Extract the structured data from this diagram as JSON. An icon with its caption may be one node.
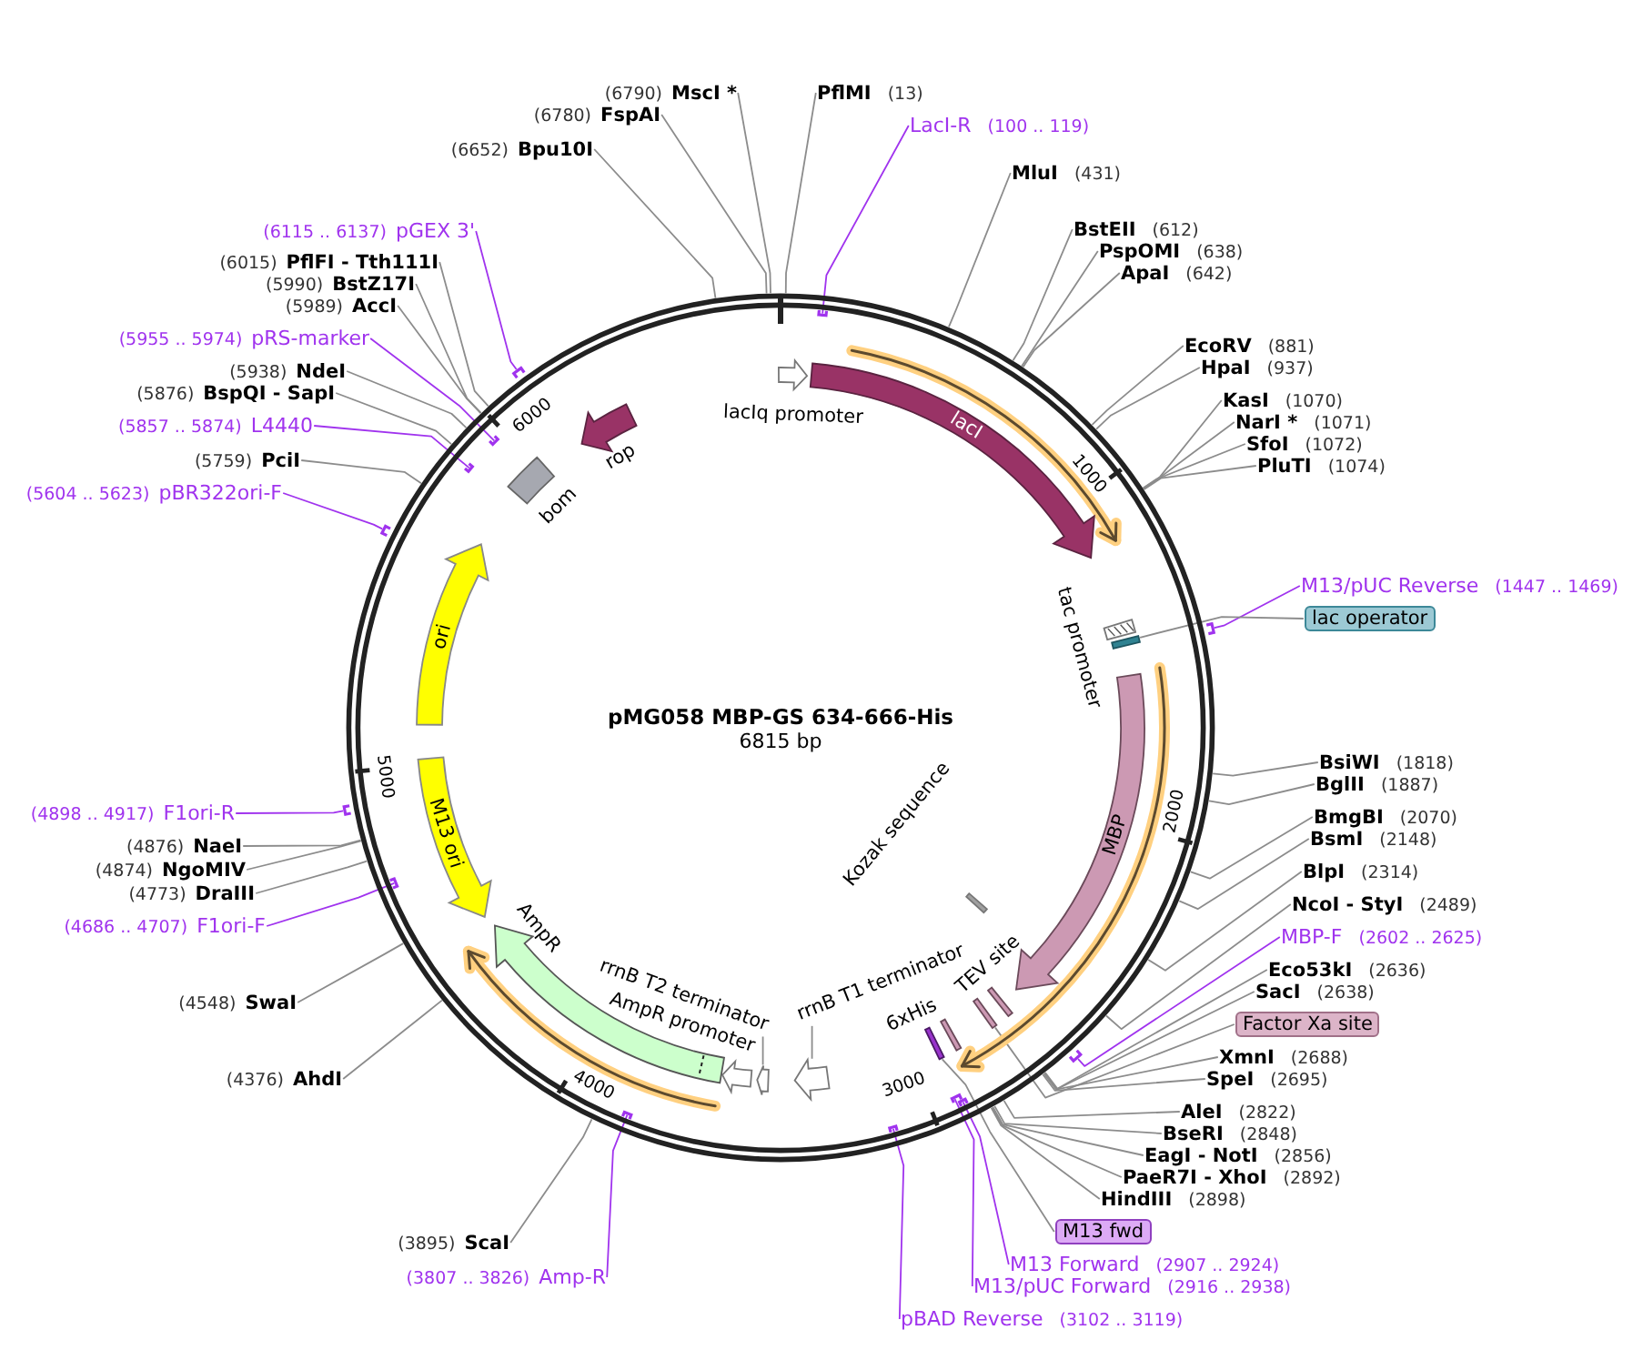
{
  "diagram": {
    "title": "pMG058 MBP-GS 634-666-His",
    "nodes": [
      {
        "text": [
          "PflMI",
          "(13)"
        ]
      },
      {
        "text": [
          "LacI-R",
          "(100 .. 119)"
        ]
      },
      {
        "text": [
          "MluI",
          "(431)"
        ]
      },
      {
        "text": [
          "BstEII",
          "(612)"
        ]
      },
      {
        "text": [
          "PspOMI",
          "(638)"
        ]
      },
      {
        "text": [
          "ApaI",
          "(642)"
        ]
      },
      {
        "text": [
          "EcoRV",
          "(881)"
        ]
      },
      {
        "text": [
          "HpaI",
          "(937)"
        ]
      },
      {
        "text": [
          "KasI",
          "(1070)"
        ]
      },
      {
        "text": [
          "NarI *",
          "(1071)"
        ]
      },
      {
        "text": [
          "SfoI",
          "(1072)"
        ]
      },
      {
        "text": [
          "PluTI",
          "(1074)"
        ]
      },
      {
        "text": [
          "M13/pUC Reverse",
          "(1447 .. 1469)"
        ]
      },
      {
        "text": [
          "lac operator"
        ]
      },
      {
        "text": [
          "BsiWI",
          "(1818)"
        ]
      },
      {
        "text": [
          "BglII",
          "(1887)"
        ]
      },
      {
        "text": [
          "BmgBI",
          "(2070)"
        ]
      },
      {
        "text": [
          "BsmI",
          "(2148)"
        ]
      },
      {
        "text": [
          "BlpI",
          "(2314)"
        ]
      },
      {
        "text": [
          "NcoI - StyI",
          "(2489)"
        ]
      },
      {
        "text": [
          "MBP-F",
          "(2602 .. 2625)"
        ]
      },
      {
        "text": [
          "Eco53kI",
          "(2636)"
        ]
      },
      {
        "text": [
          "SacI",
          "(2638)"
        ]
      },
      {
        "text": [
          "Factor Xa site"
        ]
      },
      {
        "text": [
          "XmnI",
          "(2688)"
        ]
      },
      {
        "text": [
          "SpeI",
          "(2695)"
        ]
      },
      {
        "text": [
          "AleI",
          "(2822)"
        ]
      },
      {
        "text": [
          "BseRI",
          "(2848)"
        ]
      },
      {
        "text": [
          "EagI - NotI",
          "(2856)"
        ]
      },
      {
        "text": [
          "PaeR7I - XhoI",
          "(2892)"
        ]
      },
      {
        "text": [
          "HindIII",
          "(2898)"
        ]
      },
      {
        "text": [
          "M13 fwd"
        ]
      },
      {
        "text": [
          "M13 Forward",
          "(2907 .. 2924)"
        ]
      },
      {
        "text": [
          "M13/pUC Forward",
          "(2916 .. 2938)"
        ]
      },
      {
        "text": [
          "pBAD Reverse",
          "(3102 .. 3119)"
        ]
      },
      {
        "text": [
          "(3807 .. 3826)",
          "Amp-R"
        ]
      },
      {
        "text": [
          "(3895)",
          "ScaI"
        ]
      },
      {
        "text": [
          "(4376)",
          "AhdI"
        ]
      },
      {
        "text": [
          "(4548)",
          "SwaI"
        ]
      },
      {
        "text": [
          "(4686 .. 4707)",
          "F1ori-F"
        ]
      },
      {
        "text": [
          "(4773)",
          "DraIII"
        ]
      },
      {
        "text": [
          "(4874)",
          "NgoMIV"
        ]
      },
      {
        "text": [
          "(4876)",
          "NaeI"
        ]
      },
      {
        "text": [
          "(4898 .. 4917)",
          "F1ori-R"
        ]
      },
      {
        "text": [
          "(5604 .. 5623)",
          "pBR322ori-F"
        ]
      },
      {
        "text": [
          "(5759)",
          "PciI"
        ]
      },
      {
        "text": [
          "(5857 .. 5874)",
          "L4440"
        ]
      },
      {
        "text": [
          "(5876)",
          "BspQI - SapI"
        ]
      },
      {
        "text": [
          "(5938)",
          "NdeI"
        ]
      },
      {
        "text": [
          "(5955 .. 5974)",
          "pRS-marker"
        ]
      },
      {
        "text": [
          "(5989)",
          "AccI"
        ]
      },
      {
        "text": [
          "(5990)",
          "BstZ17I"
        ]
      },
      {
        "text": [
          "(6015)",
          "PflFI - Tth111I"
        ]
      },
      {
        "text": [
          "(6115 .. 6137)",
          "pGEX 3'"
        ]
      },
      {
        "text": [
          "(6652)",
          "Bpu10I"
        ]
      },
      {
        "text": [
          "(6780)",
          "FspAI"
        ]
      },
      {
        "text": [
          "(6790)",
          "MscI *"
        ]
      },
      {
        "text": [
          "lacIq promoter"
        ]
      },
      {
        "text": [
          "lacI"
        ]
      },
      {
        "text": [
          "tac promoter"
        ]
      },
      {
        "text": [
          "MBP"
        ]
      },
      {
        "text": [
          "Kozak sequence"
        ]
      },
      {
        "text": [
          "TEV site"
        ]
      },
      {
        "text": [
          "6xHis"
        ]
      },
      {
        "text": [
          "rrnB T1 terminator"
        ]
      },
      {
        "text": [
          "rrnB T2 terminator"
        ]
      },
      {
        "text": [
          "AmpR promoter"
        ]
      },
      {
        "text": [
          "AmpR"
        ]
      },
      {
        "text": [
          "M13 ori"
        ]
      },
      {
        "text": [
          "ori"
        ]
      },
      {
        "text": [
          "bom"
        ]
      },
      {
        "text": [
          "rop"
        ]
      },
      {
        "text": [],
        "shape": "bar"
      },
      {
        "text": [],
        "shape": "bar"
      },
      {
        "text": [],
        "shape": "bar"
      },
      {
        "text": [],
        "shape": "bar"
      },
      {
        "text": [],
        "shape": "bar"
      },
      {
        "text": [],
        "shape": "bar"
      },
      {
        "text": [],
        "shape": "bar"
      },
      {
        "text": [],
        "shape": "arrow"
      },
      {
        "text": [],
        "shape": "arrow"
      },
      {
        "text": [],
        "shape": "bar"
      },
      {
        "text": [],
        "shape": "bar"
      },
      {
        "text": [],
        "shape": "bar"
      },
      {
        "text": [],
        "shape": "bar"
      },
      {
        "text": [],
        "shape": "bar"
      },
      {
        "text": [],
        "shape": "bar"
      },
      {
        "text": [],
        "shape": "bar"
      },
      {
        "text": [],
        "shape": "bar"
      },
      {
        "text": [],
        "shape": "bar"
      }
    ],
    "edges": [
      {
        "from": 0,
        "to": null,
        "arrow": "none"
      },
      {
        "from": 1,
        "to": 81,
        "arrow": "none",
        "color": "#a033ee"
      },
      {
        "from": 2,
        "to": null,
        "arrow": "none"
      },
      {
        "from": 3,
        "to": null,
        "arrow": "none"
      },
      {
        "from": 4,
        "to": null,
        "arrow": "none"
      },
      {
        "from": 5,
        "to": null,
        "arrow": "none"
      },
      {
        "from": 6,
        "to": null,
        "arrow": "none"
      },
      {
        "from": 7,
        "to": null,
        "arrow": "none"
      },
      {
        "from": 8,
        "to": null,
        "arrow": "none"
      },
      {
        "from": 9,
        "to": null,
        "arrow": "none"
      },
      {
        "from": 10,
        "to": null,
        "arrow": "none"
      },
      {
        "from": 11,
        "to": null,
        "arrow": "none"
      },
      {
        "from": 12,
        "to": 89,
        "arrow": "none",
        "color": "#a033ee"
      },
      {
        "from": 13,
        "to": 88,
        "arrow": "none"
      },
      {
        "from": 14,
        "to": null,
        "arrow": "none"
      },
      {
        "from": 15,
        "to": null,
        "arrow": "none"
      },
      {
        "from": 16,
        "to": null,
        "arrow": "none"
      },
      {
        "from": 17,
        "to": null,
        "arrow": "none"
      },
      {
        "from": 18,
        "to": null,
        "arrow": "none"
      },
      {
        "from": 19,
        "to": null,
        "arrow": "none"
      },
      {
        "from": 20,
        "to": 87,
        "arrow": "none",
        "color": "#a033ee"
      },
      {
        "from": 21,
        "to": null,
        "arrow": "none"
      },
      {
        "from": 22,
        "to": null,
        "arrow": "none"
      },
      {
        "from": 23,
        "to": 86,
        "arrow": "none"
      },
      {
        "from": 24,
        "to": null,
        "arrow": "none"
      },
      {
        "from": 25,
        "to": null,
        "arrow": "none"
      },
      {
        "from": 26,
        "to": null,
        "arrow": "none"
      },
      {
        "from": 27,
        "to": null,
        "arrow": "none"
      },
      {
        "from": 28,
        "to": null,
        "arrow": "none"
      },
      {
        "from": 29,
        "to": null,
        "arrow": "none"
      },
      {
        "from": 30,
        "to": null,
        "arrow": "none"
      },
      {
        "from": 31,
        "to": 83,
        "arrow": "none"
      },
      {
        "from": 32,
        "to": 85,
        "arrow": "none",
        "color": "#a033ee"
      },
      {
        "from": 33,
        "to": 84,
        "arrow": "none",
        "color": "#a033ee"
      },
      {
        "from": 34,
        "to": 82,
        "arrow": "none",
        "color": "#a033ee"
      },
      {
        "from": 35,
        "to": 78,
        "arrow": "none",
        "color": "#a033ee"
      },
      {
        "from": 36,
        "to": null,
        "arrow": "none"
      },
      {
        "from": 37,
        "to": null,
        "arrow": "none"
      },
      {
        "from": 38,
        "to": null,
        "arrow": "none"
      },
      {
        "from": 39,
        "to": 74,
        "arrow": "none",
        "color": "#a033ee"
      },
      {
        "from": 40,
        "to": null,
        "arrow": "none"
      },
      {
        "from": 41,
        "to": null,
        "arrow": "none"
      },
      {
        "from": 42,
        "to": null,
        "arrow": "none"
      },
      {
        "from": 43,
        "to": 72,
        "arrow": "none",
        "color": "#a033ee"
      },
      {
        "from": 44,
        "to": 73,
        "arrow": "none",
        "color": "#a033ee"
      },
      {
        "from": 45,
        "to": null,
        "arrow": "none"
      },
      {
        "from": 46,
        "to": 75,
        "arrow": "none",
        "color": "#a033ee"
      },
      {
        "from": 47,
        "to": null,
        "arrow": "none"
      },
      {
        "from": 48,
        "to": null,
        "arrow": "none"
      },
      {
        "from": 49,
        "to": 76,
        "arrow": "none",
        "color": "#a033ee"
      },
      {
        "from": 50,
        "to": null,
        "arrow": "none"
      },
      {
        "from": 51,
        "to": null,
        "arrow": "none"
      },
      {
        "from": 52,
        "to": null,
        "arrow": "none"
      },
      {
        "from": 53,
        "to": 77,
        "arrow": "none",
        "color": "#a033ee"
      },
      {
        "from": 54,
        "to": null,
        "arrow": "none"
      },
      {
        "from": 55,
        "to": null,
        "arrow": "none"
      },
      {
        "from": 56,
        "to": null,
        "arrow": "none"
      },
      {
        "from": 64,
        "to": 80,
        "arrow": "none"
      },
      {
        "from": 65,
        "to": 79,
        "arrow": "none"
      }
    ],
    "labels": [
      "6815 bp",
      "1000",
      "2000",
      "3000",
      "4000",
      "5000",
      "6000"
    ]
  }
}
